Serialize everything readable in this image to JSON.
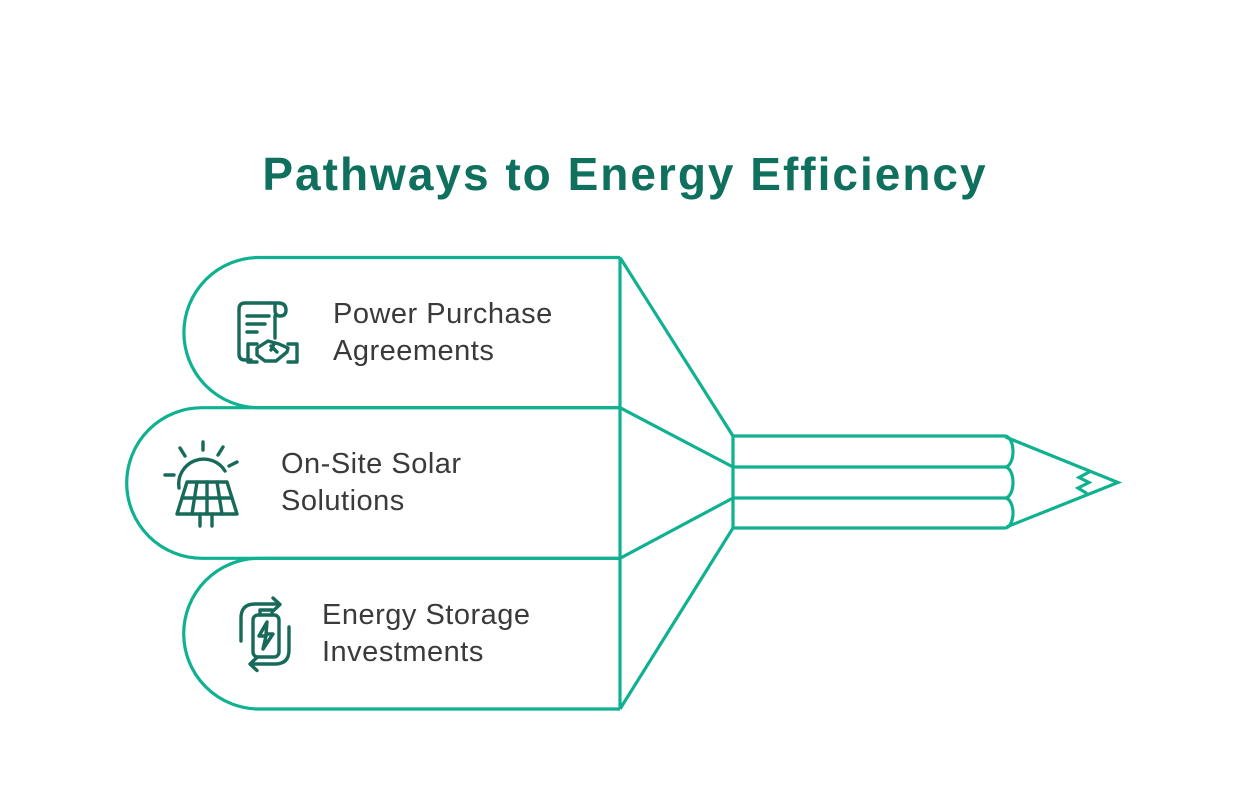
{
  "title": "Pathways to Energy Efficiency",
  "items": [
    {
      "label_line1": "Power Purchase",
      "label_line2": "Agreements",
      "icon": "contract-handshake-icon"
    },
    {
      "label_line1": "On-Site Solar",
      "label_line2": "Solutions",
      "icon": "solar-panel-sun-icon"
    },
    {
      "label_line1": "Energy Storage",
      "label_line2": "Investments",
      "icon": "battery-recycle-icon"
    }
  ],
  "colors": {
    "background": "#ffffff",
    "outline_green": "#10b190",
    "title_teal": "#0e705d",
    "icon_teal": "#176a59",
    "label_gray": "#3a3a3a"
  }
}
